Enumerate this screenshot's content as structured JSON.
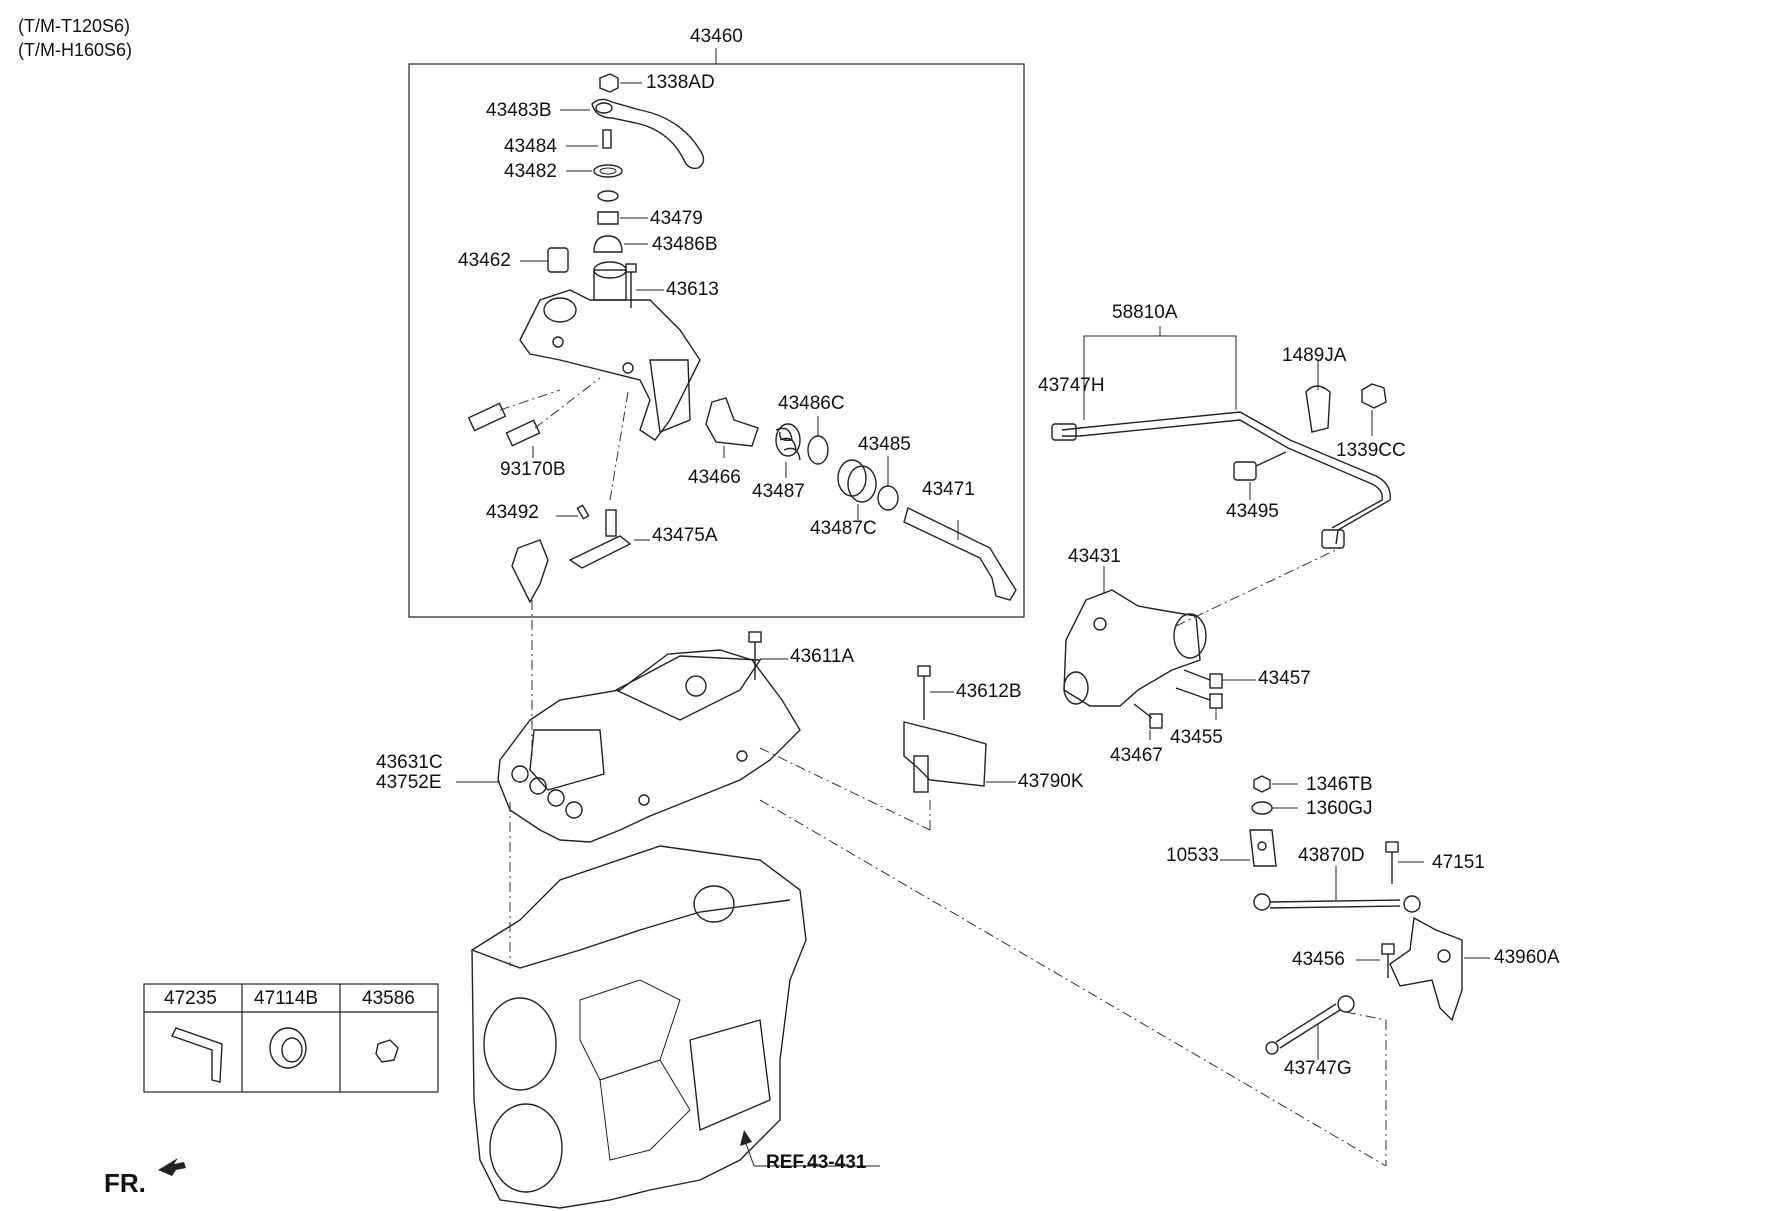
{
  "header": {
    "model_line_1": "(T/M-T120S6)",
    "model_line_2": "(T/M-H160S6)"
  },
  "labels": {
    "l_43460": "43460",
    "l_1338AD": "1338AD",
    "l_43483B": "43483B",
    "l_43484": "43484",
    "l_43482": "43482",
    "l_43479": "43479",
    "l_43486B": "43486B",
    "l_43462": "43462",
    "l_43613": "43613",
    "l_93170B": "93170B",
    "l_43466": "43466",
    "l_43486C": "43486C",
    "l_43487": "43487",
    "l_43485": "43485",
    "l_43487C": "43487C",
    "l_43471": "43471",
    "l_43492": "43492",
    "l_43475A": "43475A",
    "l_58810A": "58810A",
    "l_43747H": "43747H",
    "l_1489JA": "1489JA",
    "l_1339CC": "1339CC",
    "l_43495": "43495",
    "l_43431": "43431",
    "l_43611A": "43611A",
    "l_43612B": "43612B",
    "l_43457": "43457",
    "l_43455": "43455",
    "l_43467": "43467",
    "l_43631C": "43631C",
    "l_43752E": "43752E",
    "l_43790K": "43790K",
    "l_1346TB": "1346TB",
    "l_1360GJ": "1360GJ",
    "l_10533": "10533",
    "l_43870D": "43870D",
    "l_47151": "47151",
    "l_43456": "43456",
    "l_43960A": "43960A",
    "l_43747G": "43747G"
  },
  "parts_table": {
    "headers": [
      "47235",
      "47114B",
      "43586"
    ]
  },
  "ref_label": "REF.43-431",
  "front_label": "FR."
}
